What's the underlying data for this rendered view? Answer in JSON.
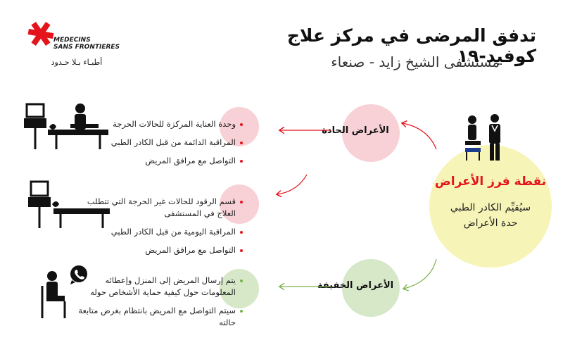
{
  "header": {
    "title": "تدفق المرضى في مركز علاج كوفيد-١٩",
    "subtitle": "مستشفى الشيخ زايد - صنعاء"
  },
  "logo": {
    "line1": "MEDECINS",
    "line2": "SANS FRONTIERES",
    "arabic": "أطبـاء بـلا حـدود",
    "color": "#e4141c"
  },
  "triage": {
    "title": "نقطة فرز الأعراض",
    "line1": "سيُقيِّم الكادر الطبي",
    "line2": "حدة الأعراض"
  },
  "severe": {
    "label": "الأعراض الحادة",
    "items": [
      "وحدة العناية المركزة للحالات الحرجة",
      "المراقبة الدائمة من قبل الكادر الطبي",
      "التواصل مع مرافق المريض"
    ]
  },
  "moderate": {
    "items": [
      "قسم الرقود للحالات غير الحرجة التي تتطلب العلاج في المستشفى",
      "المراقبة اليومية من قبل الكادر الطبي",
      "التواصل مع مرافق المريض"
    ]
  },
  "mild": {
    "label": "الأعراض الخفيفة",
    "items": [
      "يتم إرسال المريض إلى المنزل وإعطائه المعلومات حول كيفية حماية الأشخاص حوله",
      "سيتم التواصل مع المريض بانتظام بغرض متابعة حالته"
    ]
  },
  "colors": {
    "red": "#e4141c",
    "pink": "#f8d1d7",
    "green": "#7ab24a",
    "light_green": "#d6e8c8",
    "yellow": "#f6f4b6"
  },
  "icons": [
    "msf-logo-icon",
    "icu-bed-icon",
    "ward-bed-icon",
    "phone-call-icon",
    "seated-patient-icon",
    "doctor-patient-icon"
  ]
}
